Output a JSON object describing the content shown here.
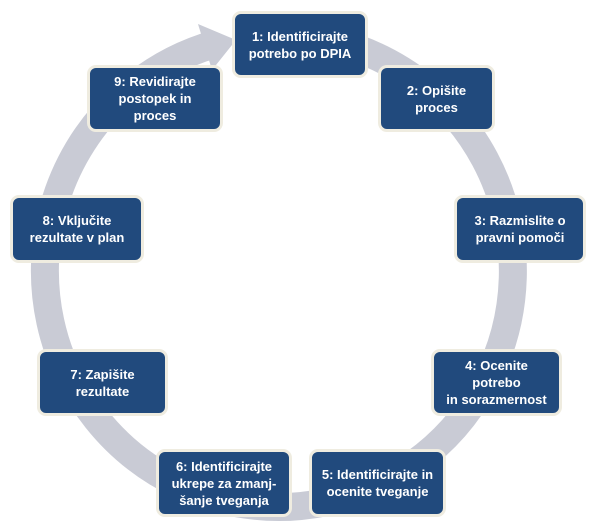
{
  "colors": {
    "box_fill": "#214a7d",
    "box_border": "#efece0",
    "ring": "#c9cbd5",
    "text": "#ffffff"
  },
  "steps": [
    {
      "lines": [
        "1: Identificirajte",
        "potrebo po DPIA"
      ]
    },
    {
      "lines": [
        "2: Opišite proces"
      ]
    },
    {
      "lines": [
        "3: Razmislite o",
        "pravni pomoči"
      ]
    },
    {
      "lines": [
        "4: Ocenite potrebo",
        "in sorazmernost"
      ]
    },
    {
      "lines": [
        "5: Identificirajte in",
        "ocenite tveganje"
      ]
    },
    {
      "lines": [
        "6: Identificirajte",
        "ukrepe za zmanj-",
        "šanje tveganja"
      ]
    },
    {
      "lines": [
        "7: Zapišite",
        "rezultate"
      ]
    },
    {
      "lines": [
        "8: Vključite",
        "rezultate v plan"
      ]
    },
    {
      "lines": [
        "9: Revidirajte",
        "postopek in proces"
      ]
    }
  ]
}
